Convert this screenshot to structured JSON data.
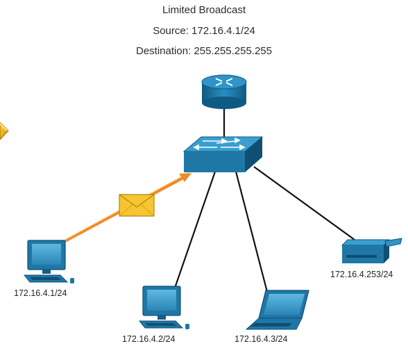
{
  "header": {
    "title": "Limited Broadcast",
    "source": "Source: 172.16.4.1/24",
    "destination": "Destination: 255.255.255.255"
  },
  "hosts": [
    {
      "label": "172.16.4.1/24",
      "type": "desktop-pc"
    },
    {
      "label": "172.16.4.2/24",
      "type": "desktop-pc"
    },
    {
      "label": "172.16.4.3/24",
      "type": "laptop"
    },
    {
      "label": "172.16.4.253/24",
      "type": "printer"
    }
  ],
  "devices": {
    "router": "router-icon",
    "switch": "switch-icon"
  },
  "colors": {
    "device_blue": "#1f77a6",
    "device_dark": "#0f4f73",
    "broadcast_path": "#f08a24",
    "envelope": "#f5c533",
    "link": "#111111"
  }
}
